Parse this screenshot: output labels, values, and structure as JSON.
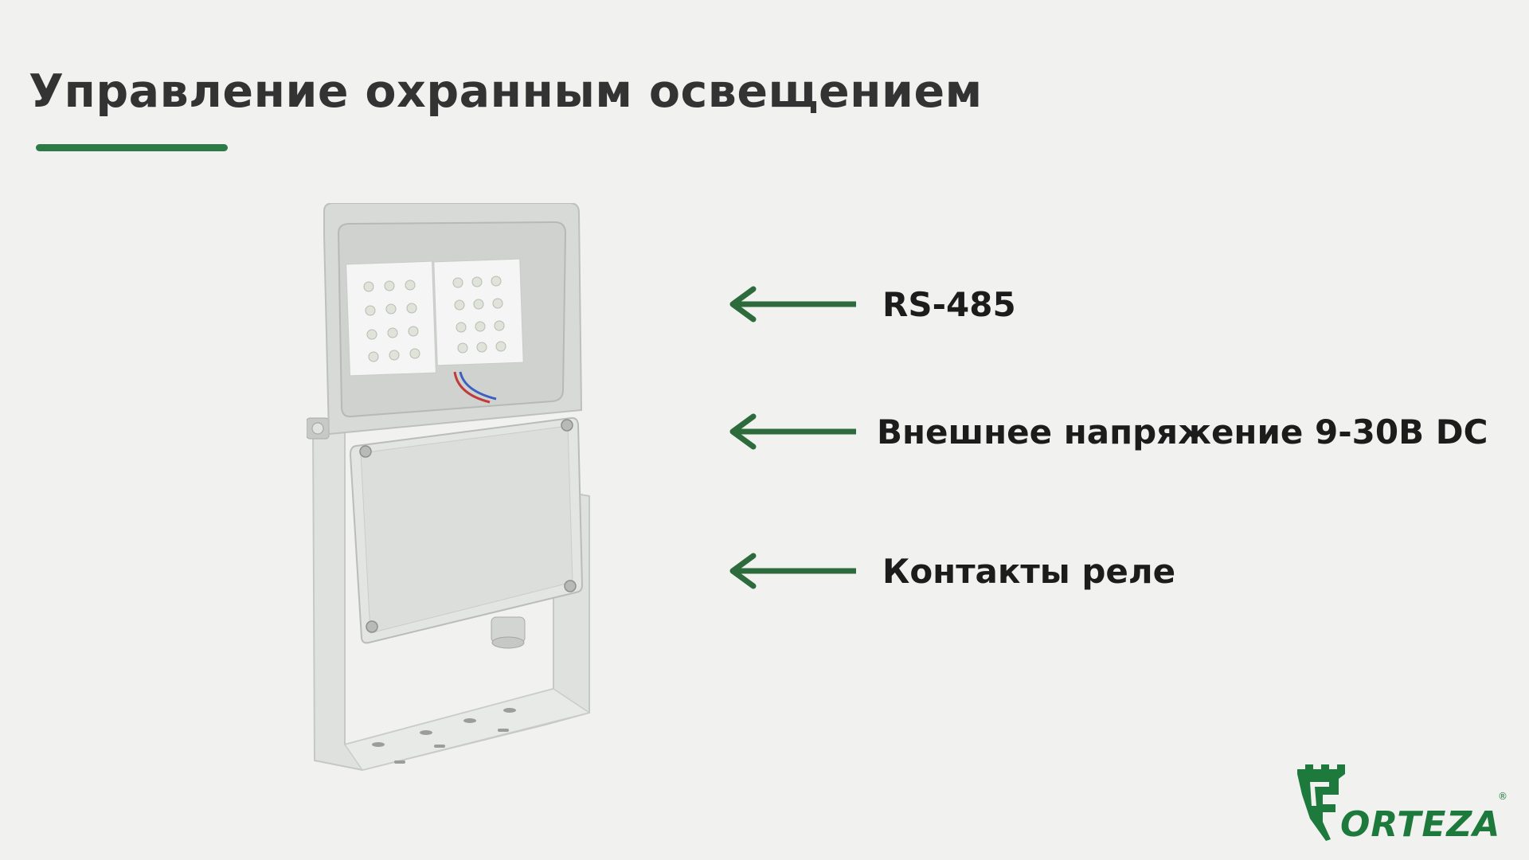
{
  "slide": {
    "title": "Управление охранным освещением",
    "accent_color": "#2c7a45",
    "features": [
      {
        "label": "RS-485",
        "icon": "arrow-left-icon"
      },
      {
        "label": "Внешнее напряжение 9-30В DC",
        "icon": "arrow-left-icon"
      },
      {
        "label": "Контакты реле",
        "icon": "arrow-left-icon"
      }
    ],
    "arrow_color": "#2e6b3c",
    "product_image": "led-floodlight-with-control-box",
    "logo": {
      "text": "FORTEZA",
      "registered_mark": "®",
      "color": "#1e7a3c"
    }
  }
}
